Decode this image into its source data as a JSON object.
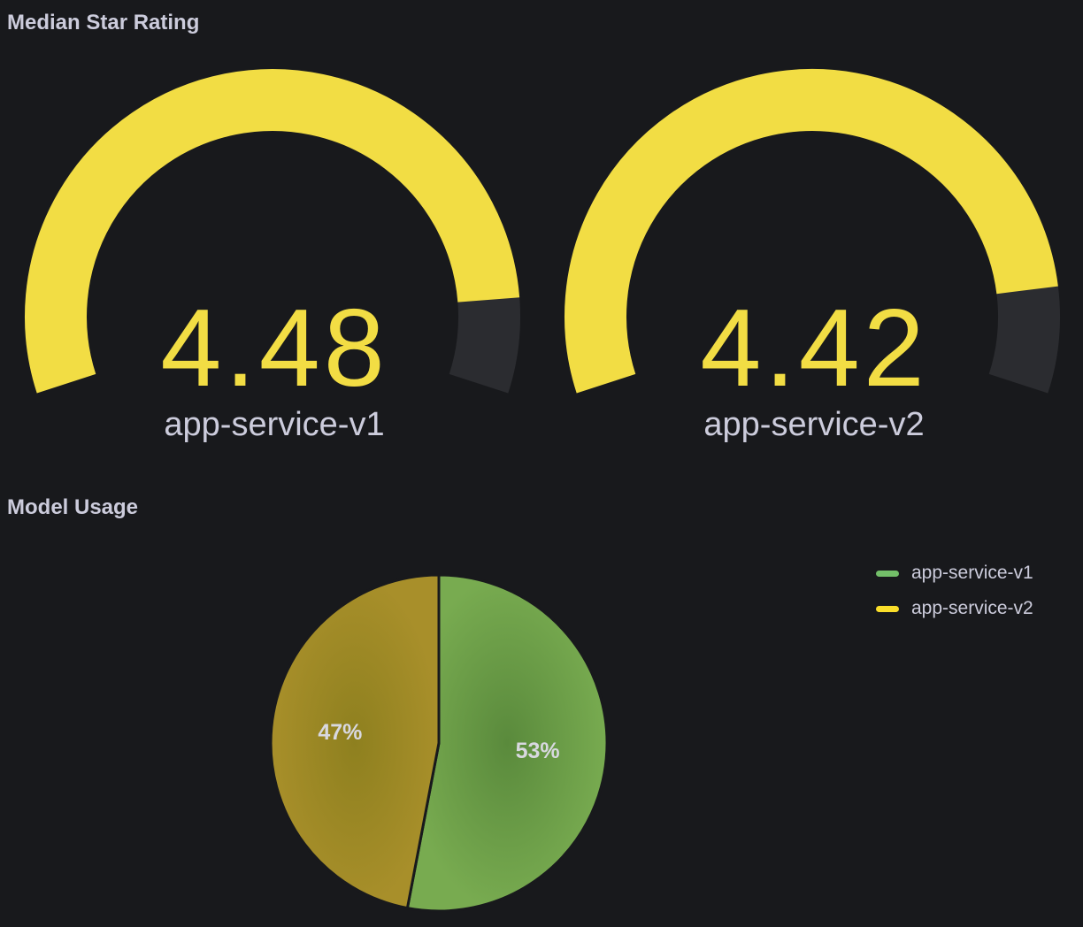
{
  "panels": {
    "gauge_title": "Median Star Rating",
    "pie_title": "Model Usage"
  },
  "colors": {
    "background": "#18191c",
    "gauge_fill": "#f2dd44",
    "gauge_track": "#2b2c30",
    "green": "#73a94e",
    "yellow": "#b2962a"
  },
  "chart_data": [
    {
      "type": "gauge",
      "title": "Median Star Rating",
      "min": 0,
      "max": 5,
      "series": [
        {
          "name": "app-service-v1",
          "value": 4.48,
          "display": "4.48",
          "color": "#f2dd44"
        },
        {
          "name": "app-service-v2",
          "value": 4.42,
          "display": "4.42",
          "color": "#f2dd44"
        }
      ]
    },
    {
      "type": "pie",
      "title": "Model Usage",
      "legend_position": "top-right",
      "slices": [
        {
          "name": "app-service-v1",
          "value": 53,
          "label": "53%",
          "color": "#73a94e"
        },
        {
          "name": "app-service-v2",
          "value": 47,
          "label": "47%",
          "color": "#b2962a"
        }
      ],
      "legend": [
        {
          "name": "app-service-v1",
          "color": "#73bf69"
        },
        {
          "name": "app-service-v2",
          "color": "#fade2a"
        }
      ]
    }
  ]
}
